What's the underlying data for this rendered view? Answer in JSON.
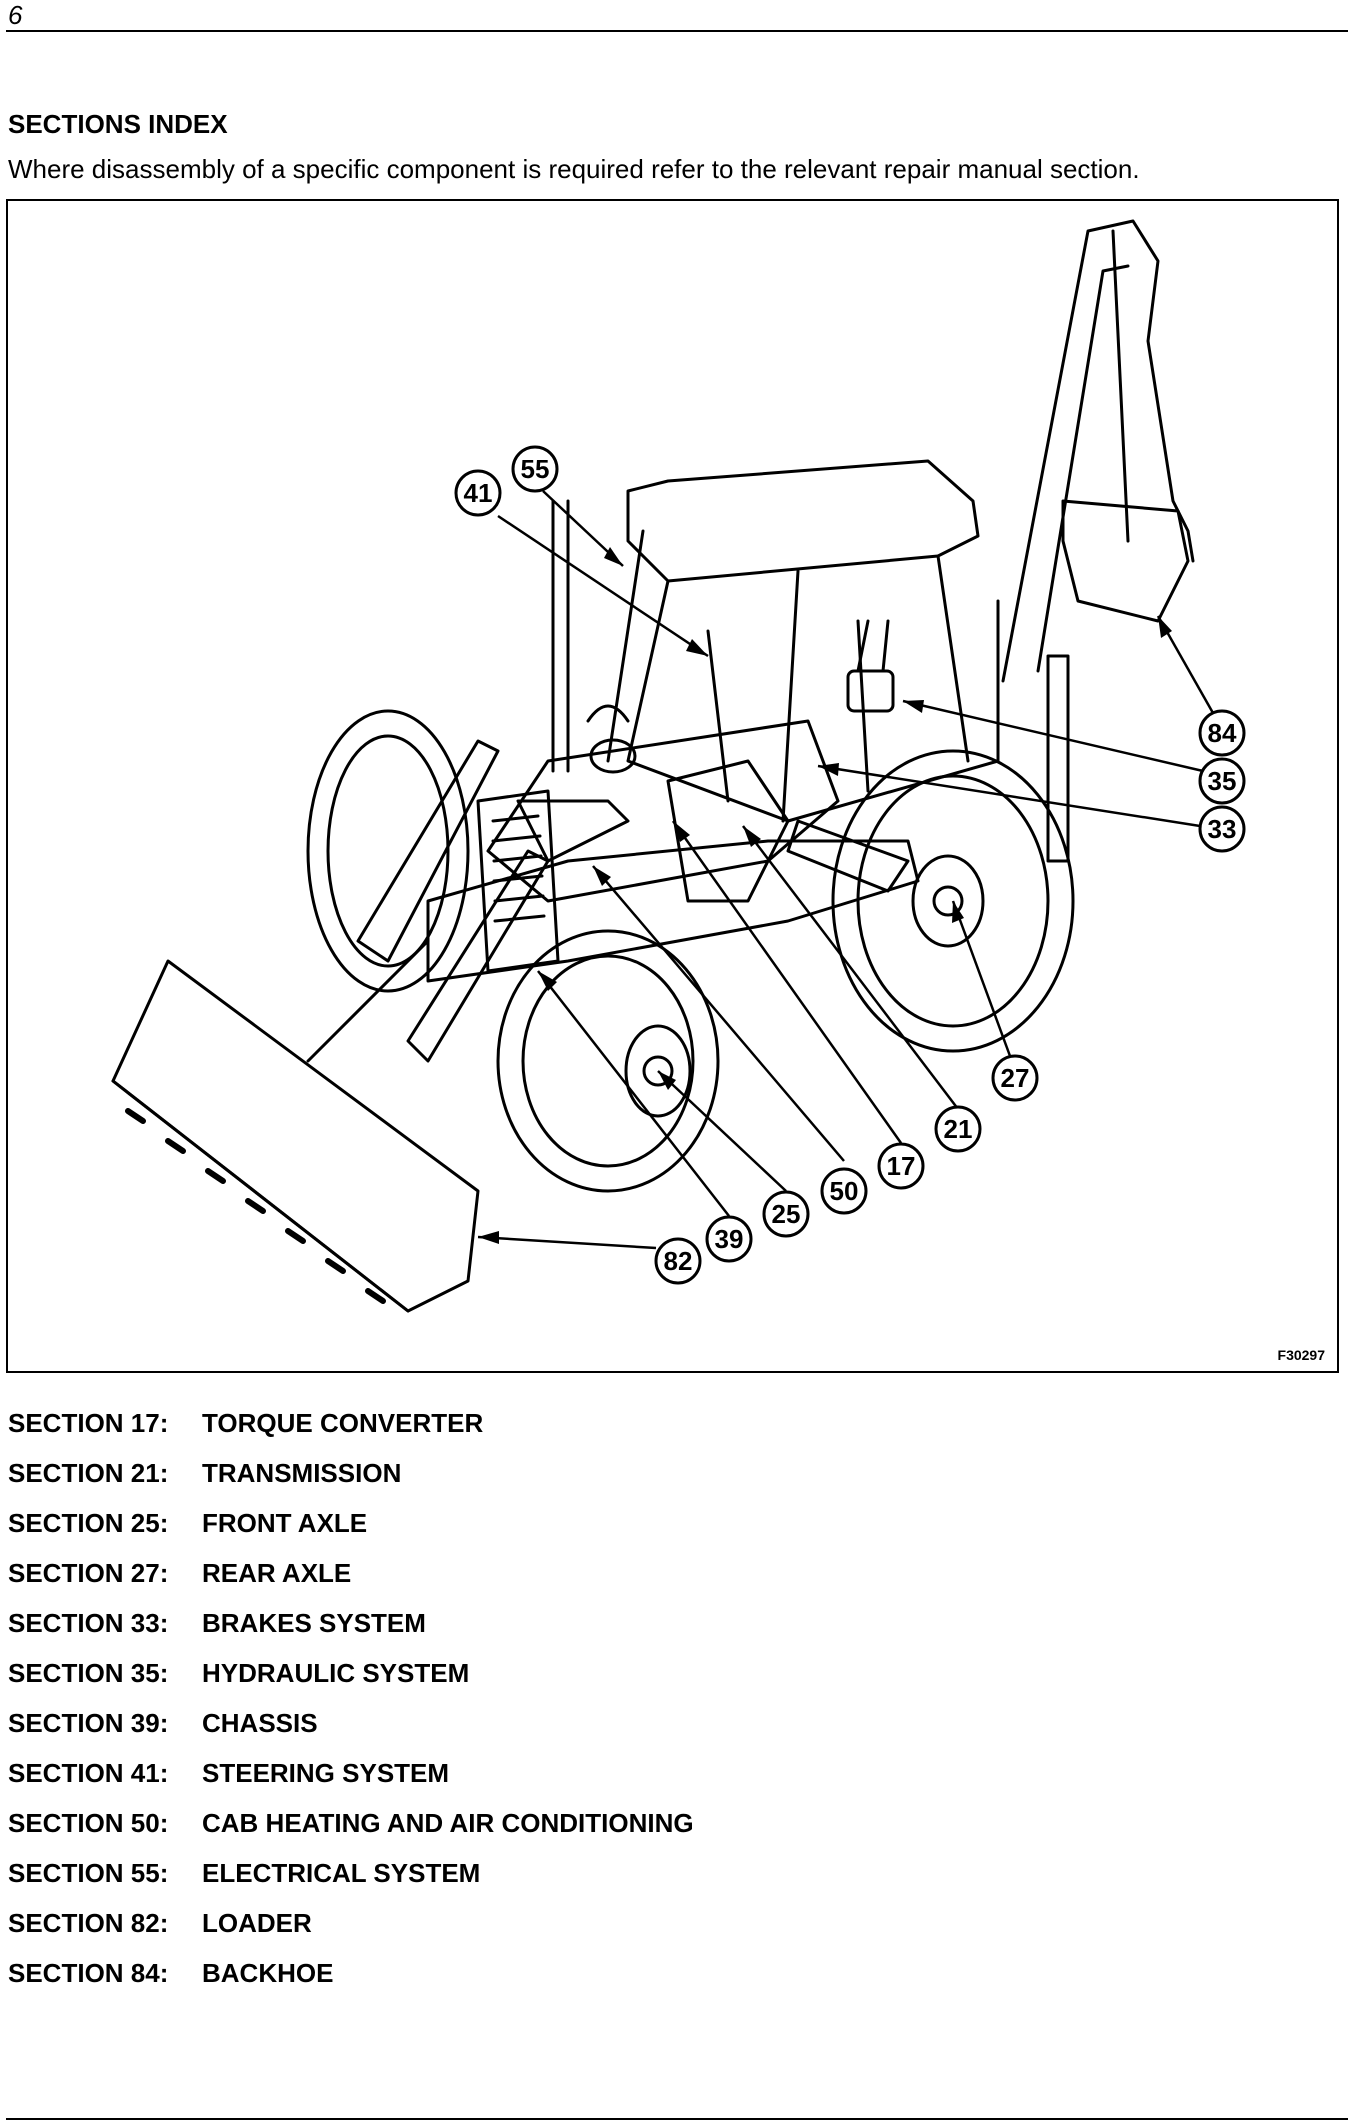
{
  "page": {
    "number": "6",
    "heading": "SECTIONS INDEX",
    "intro": "Where disassembly of a specific component is required refer to the relevant repair manual section."
  },
  "figure": {
    "id": "F30297",
    "callouts": [
      "41",
      "55",
      "84",
      "35",
      "33",
      "27",
      "21",
      "17",
      "50",
      "25",
      "39",
      "82"
    ]
  },
  "sections": [
    {
      "code": "SECTION 17:",
      "title": "TORQUE CONVERTER"
    },
    {
      "code": "SECTION 21:",
      "title": "TRANSMISSION"
    },
    {
      "code": "SECTION 25:",
      "title": "FRONT AXLE"
    },
    {
      "code": "SECTION 27:",
      "title": "REAR AXLE"
    },
    {
      "code": "SECTION 33:",
      "title": "BRAKES SYSTEM"
    },
    {
      "code": "SECTION 35:",
      "title": "HYDRAULIC SYSTEM"
    },
    {
      "code": "SECTION 39:",
      "title": "CHASSIS"
    },
    {
      "code": "SECTION 41:",
      "title": "STEERING SYSTEM"
    },
    {
      "code": "SECTION 50:",
      "title": "CAB HEATING AND AIR CONDITIONING"
    },
    {
      "code": "SECTION 55:",
      "title": "ELECTRICAL SYSTEM"
    },
    {
      "code": "SECTION 82:",
      "title": "LOADER"
    },
    {
      "code": "SECTION 84:",
      "title": "BACKHOE"
    }
  ]
}
